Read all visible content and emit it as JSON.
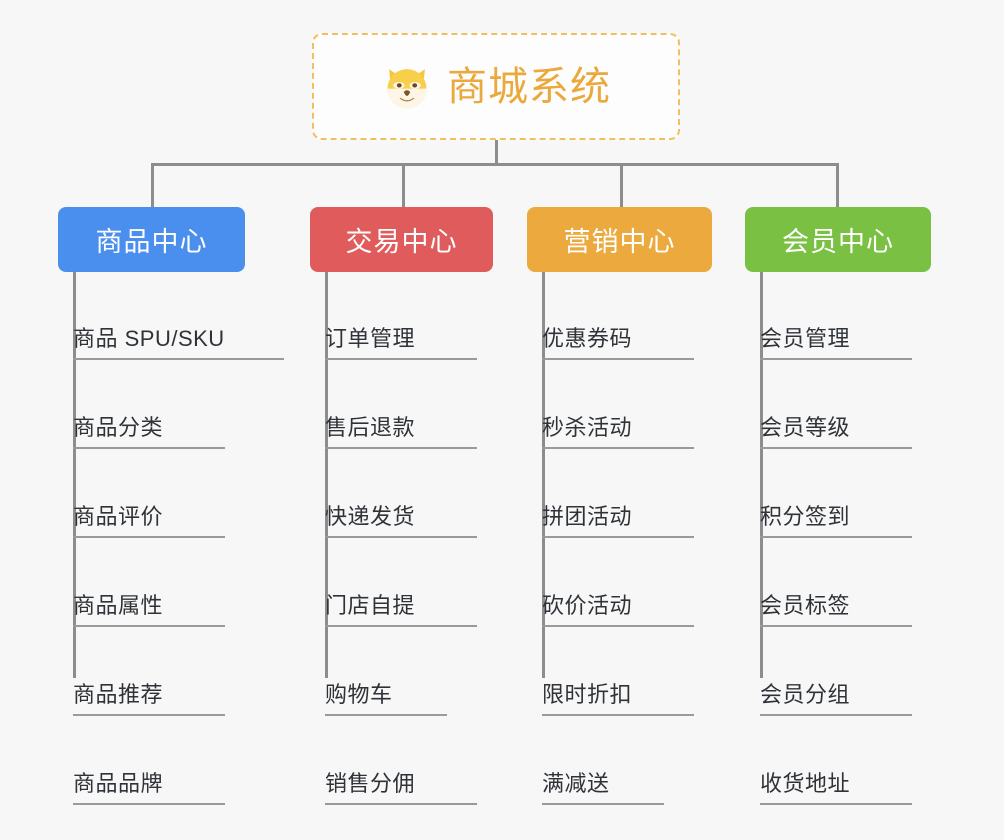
{
  "root": {
    "title": "商城系统",
    "icon": "shiba-dog-icon",
    "border_color": "#f0c060",
    "text_color": "#eaa93c"
  },
  "connector_color": "#8d8d8d",
  "background_color": "#f7f7f7",
  "columns": [
    {
      "title": "商品中心",
      "color": "#4a8fee",
      "items": [
        "商品 SPU/SKU",
        "商品分类",
        "商品评价",
        "商品属性",
        "商品推荐",
        "商品品牌"
      ]
    },
    {
      "title": "交易中心",
      "color": "#e05c5c",
      "items": [
        "订单管理",
        "售后退款",
        "快递发货",
        "门店自提",
        "购物车",
        "销售分佣"
      ]
    },
    {
      "title": "营销中心",
      "color": "#eba93e",
      "items": [
        "优惠券码",
        "秒杀活动",
        "拼团活动",
        "砍价活动",
        "限时折扣",
        "满减送"
      ]
    },
    {
      "title": "会员中心",
      "color": "#7ac043",
      "items": [
        "会员管理",
        "会员等级",
        "积分签到",
        "会员标签",
        "会员分组",
        "收货地址"
      ]
    }
  ]
}
